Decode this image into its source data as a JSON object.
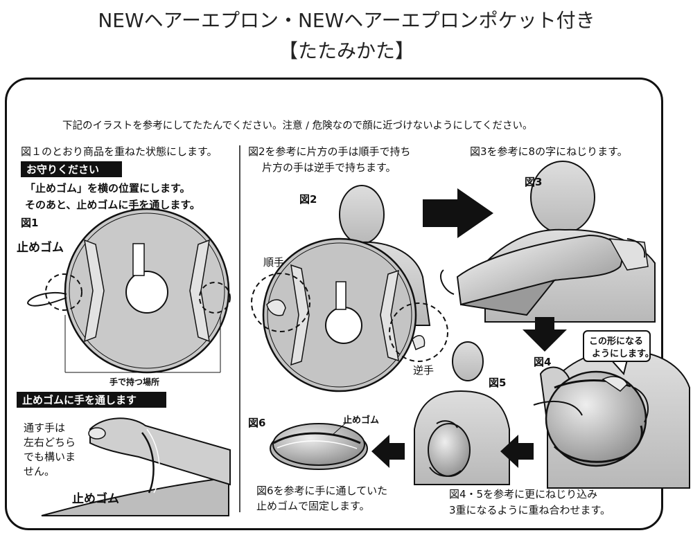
{
  "header": {
    "title": "NEWヘアーエプロン・NEWヘアーエプロンポケット付き",
    "subtitle": "【たたみかた】"
  },
  "intro": "下記のイラストを参考にしてたたんでください。注意 / 危険なので顔に近づけないようにしてください。",
  "step1": {
    "text": "図１のとおり商品を重ねた状態にします。",
    "badge": "お守りください",
    "note1": "「止めゴム」を横の位置にします。",
    "note2": "そのあと、止めゴムに手を通します。",
    "fig": "図1",
    "label_gum": "止めゴム",
    "label_grip": "手で持つ場所"
  },
  "step1b": {
    "badge": "止めゴムに手を通します",
    "note_lines": [
      "通す手は",
      "左右どちら",
      "でも構いま",
      "せん。"
    ],
    "label_gum": "止めゴム"
  },
  "step2": {
    "text_line1": "図2を参考に片方の手は順手で持ち",
    "text_line2": "片方の手は逆手で持ちます。",
    "fig": "図2",
    "label_forward": "順手",
    "label_reverse": "逆手"
  },
  "step3": {
    "text": "図3を参考に8の字にねじります。",
    "fig": "図3"
  },
  "step4": {
    "fig": "図4",
    "bubble_line1": "この形になる",
    "bubble_line2": "ようにします。"
  },
  "step5": {
    "fig": "図5",
    "text_line1": "図4・5を参考に更にねじり込み",
    "text_line2": "3重になるように重ね合わせます。"
  },
  "step6": {
    "fig": "図6",
    "label_gum": "止めゴム",
    "text_line1": "図6を参考に手に通していた",
    "text_line2": "止めゴムで固定します。"
  }
}
